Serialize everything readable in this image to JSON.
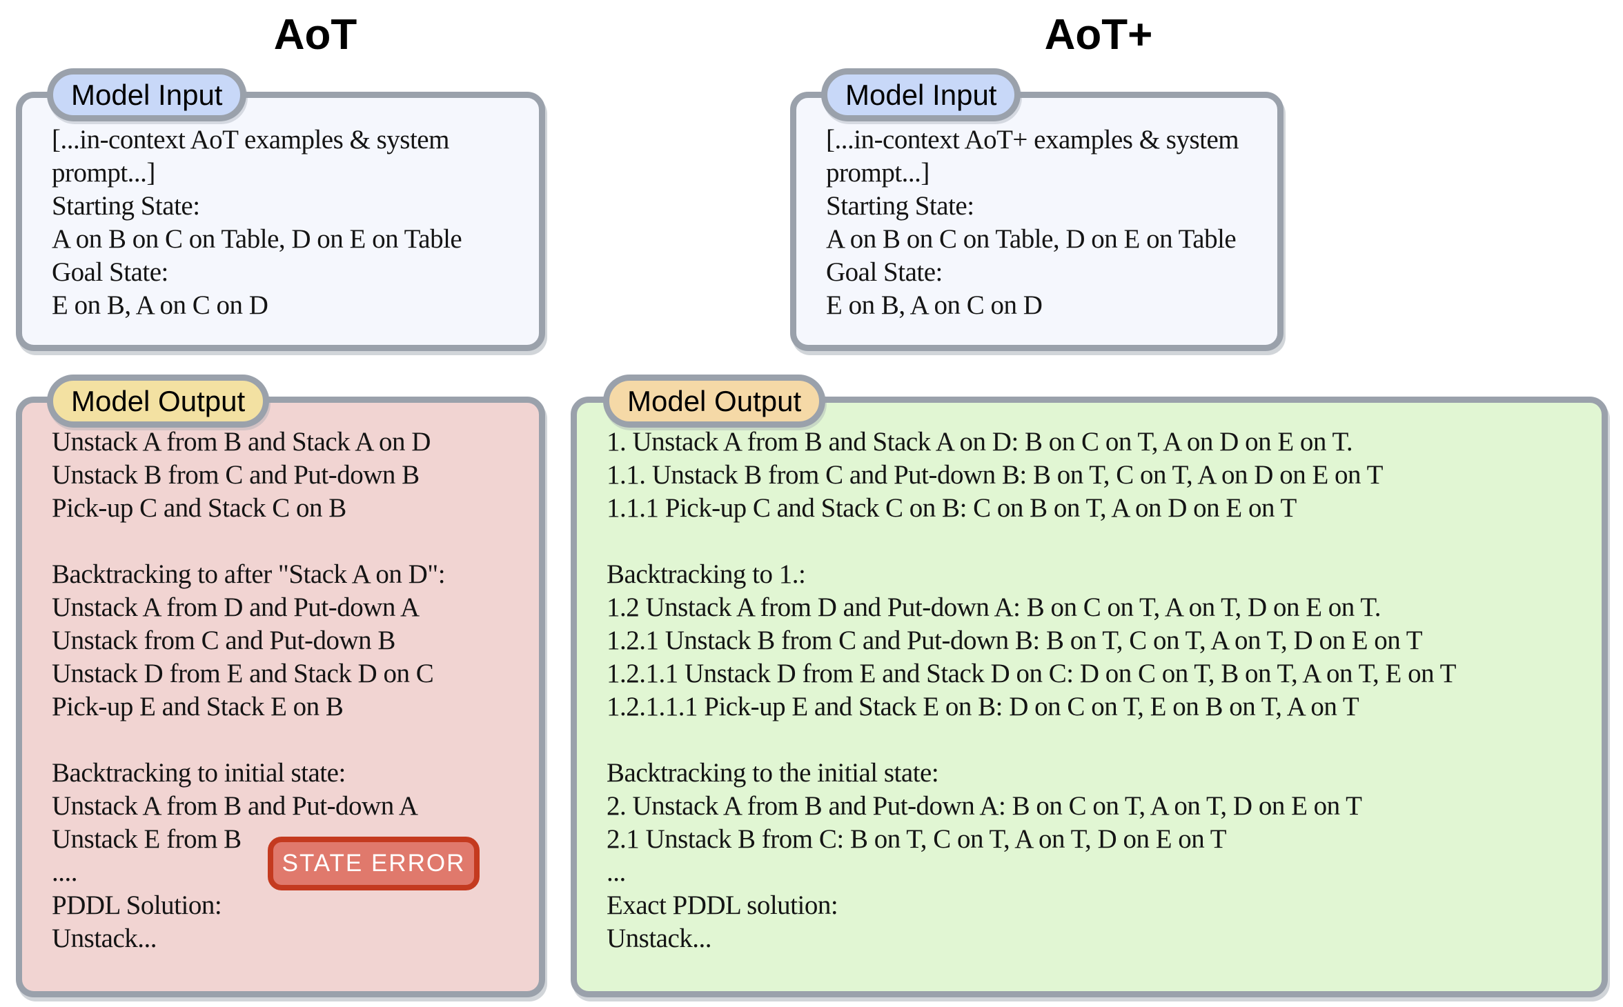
{
  "colors": {
    "panel_border": "#9aa1ab",
    "input_panel_bg": "#f5f7fd",
    "input_tab_bg": "#c8d8f8",
    "bad_output_panel_bg": "#f1d4d2",
    "bad_output_tab_bg": "#f3e1a2",
    "good_output_panel_bg": "#e1f6d3",
    "good_output_tab_bg": "#f5d9a7",
    "error_badge_bg": "#e0796c",
    "error_badge_border": "#c43a1f",
    "error_badge_text": "#ffffff"
  },
  "left_column": {
    "title": "AoT",
    "input": {
      "tab_label": "Model Input",
      "lines": [
        "[...in-context AoT examples & system",
        "prompt...]",
        "Starting State:",
        "A on B on C on Table, D on E on Table",
        "Goal State:",
        "E on B, A on C on D"
      ]
    },
    "output": {
      "tab_label": "Model Output",
      "badge_label": "STATE ERROR",
      "lines": [
        "Unstack A from B and Stack A on D",
        "Unstack B from C and Put-down B",
        "Pick-up C and Stack C on B",
        "",
        "Backtracking to after \"Stack A on D\":",
        "Unstack A from D and Put-down A",
        "Unstack from C and Put-down B",
        "Unstack D from E and Stack D on C",
        "Pick-up E and Stack E on B",
        "",
        "Backtracking to initial state:",
        "Unstack A from B and Put-down A",
        "Unstack E from B",
        "....",
        "PDDL Solution:",
        "Unstack..."
      ]
    }
  },
  "right_column": {
    "title": "AoT+",
    "input": {
      "tab_label": "Model Input",
      "lines": [
        "[...in-context AoT+ examples & system",
        "prompt...]",
        "Starting State:",
        "A on B on C on Table, D on E on Table",
        "Goal State:",
        "E on B, A on C on D"
      ]
    },
    "output": {
      "tab_label": "Model Output",
      "lines": [
        "1. Unstack A from B and Stack A on D: B on C on T, A on D on E on T.",
        "1.1. Unstack B from C and Put-down B: B on T, C on T, A on D on E on T",
        "1.1.1 Pick-up C and Stack C on B: C on B on T, A on D on E on T",
        "",
        "Backtracking to 1.:",
        "1.2 Unstack A from D and Put-down A: B on C on T, A on T, D on E on T.",
        "1.2.1 Unstack B from C and Put-down B: B on T, C on T, A on T, D on E on T",
        "1.2.1.1 Unstack D from E and Stack D on C: D on C on T, B on T, A on T, E on T",
        "1.2.1.1.1 Pick-up E and Stack E on B: D on C on T, E on B on T, A on T",
        "",
        "Backtracking to the initial state:",
        "2. Unstack A from B and Put-down A: B on C on T, A on T, D on E on T",
        "2.1 Unstack B from C: B on T, C on T, A on T, D on E on T",
        "...",
        "Exact PDDL solution:",
        "Unstack..."
      ]
    }
  }
}
